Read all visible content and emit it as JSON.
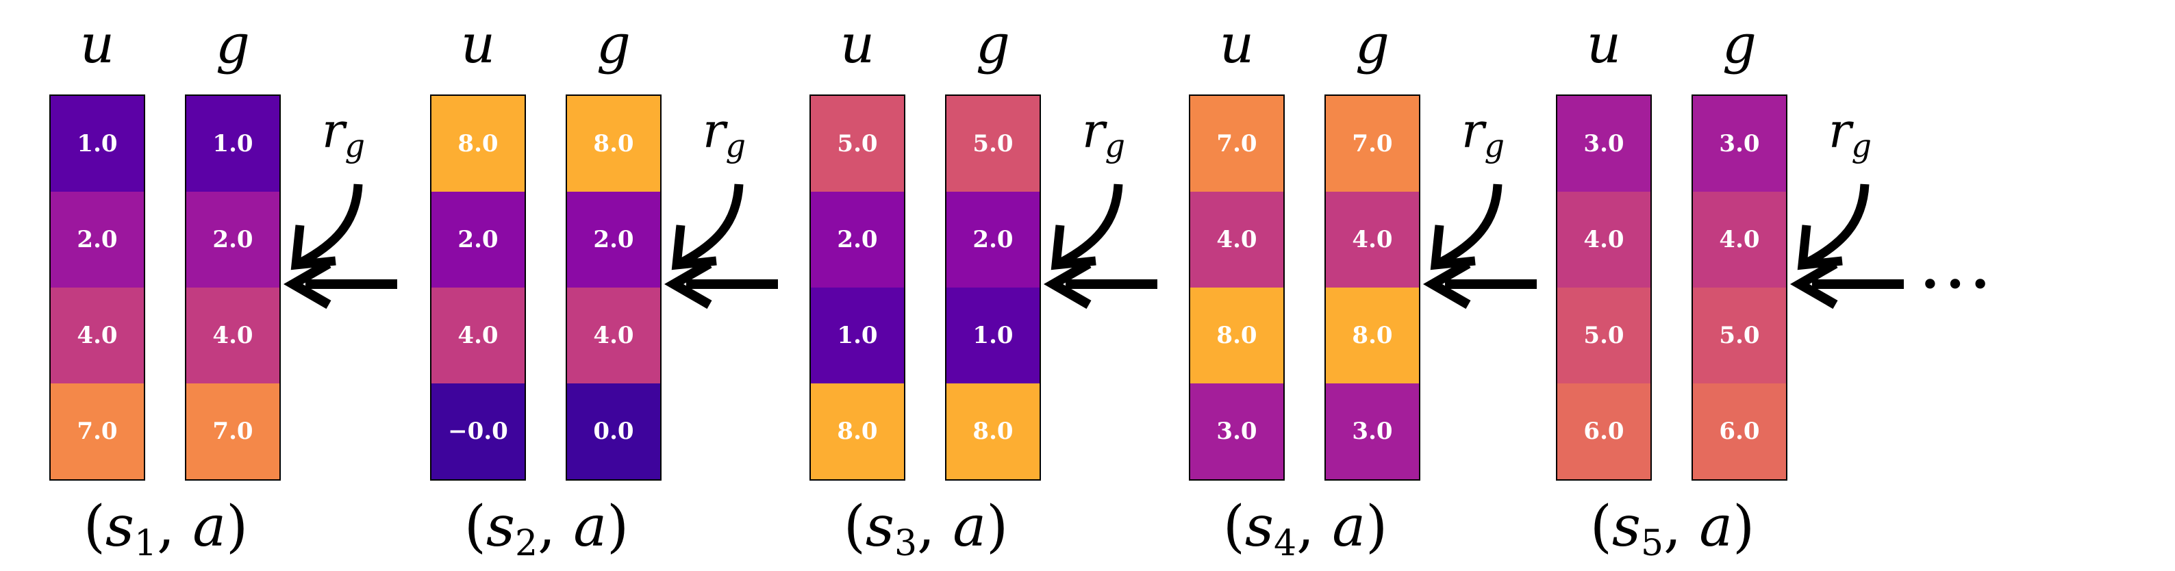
{
  "column_headers": {
    "u": "u",
    "g": "g"
  },
  "reward_label": {
    "base": "r",
    "sub": "g"
  },
  "ellipsis": "…",
  "states": [
    {
      "label_var": "s",
      "label_sub": "1",
      "label_action": "a",
      "u": [
        "1.0",
        "2.0",
        "4.0",
        "7.0"
      ],
      "g": [
        "1.0",
        "2.0",
        "4.0",
        "7.0"
      ],
      "colors": [
        "#5c01a6",
        "#9c179e",
        "#c23c81",
        "#f48849"
      ]
    },
    {
      "label_var": "s",
      "label_sub": "2",
      "label_action": "a",
      "u": [
        "8.0",
        "2.0",
        "4.0",
        "−0.0"
      ],
      "g": [
        "8.0",
        "2.0",
        "4.0",
        "0.0"
      ],
      "colors": [
        "#fdae32",
        "#8b0aa5",
        "#c23c81",
        "#3e049c"
      ]
    },
    {
      "label_var": "s",
      "label_sub": "3",
      "label_action": "a",
      "u": [
        "5.0",
        "2.0",
        "1.0",
        "8.0"
      ],
      "g": [
        "5.0",
        "2.0",
        "1.0",
        "8.0"
      ],
      "colors": [
        "#d5536f",
        "#8b0aa5",
        "#5c01a6",
        "#fdae32"
      ]
    },
    {
      "label_var": "s",
      "label_sub": "4",
      "label_action": "a",
      "u": [
        "7.0",
        "4.0",
        "8.0",
        "3.0"
      ],
      "g": [
        "7.0",
        "4.0",
        "8.0",
        "3.0"
      ],
      "colors": [
        "#f48849",
        "#c23c81",
        "#fdae32",
        "#a41e9a"
      ]
    },
    {
      "label_var": "s",
      "label_sub": "5",
      "label_action": "a",
      "u": [
        "3.0",
        "4.0",
        "5.0",
        "6.0"
      ],
      "g": [
        "3.0",
        "4.0",
        "5.0",
        "6.0"
      ],
      "colors": [
        "#a41e9a",
        "#c23c81",
        "#d5536f",
        "#e56b5d"
      ]
    }
  ]
}
